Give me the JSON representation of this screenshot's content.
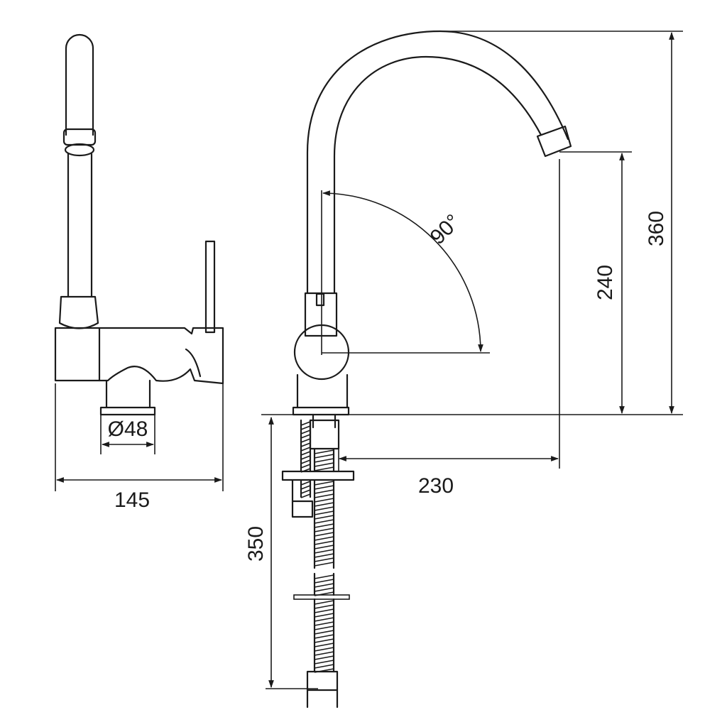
{
  "dimensions": {
    "base_diameter": "Ø48",
    "overall_width": "145",
    "overall_height": "360",
    "spout_height": "240",
    "spout_reach": "230",
    "hose_length": "350",
    "swivel_angle": "90°"
  },
  "colors": {
    "line": "#1a1a1a",
    "background": "#ffffff"
  }
}
